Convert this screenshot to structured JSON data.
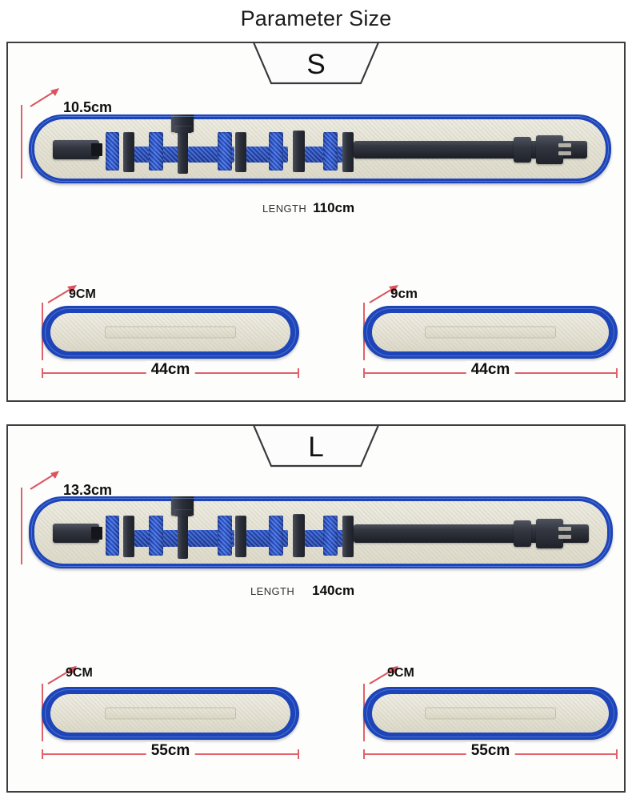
{
  "page": {
    "title": "Parameter Size",
    "accent_blue": "#1d44b8",
    "accent_red": "#e0616b",
    "pad_cream": "#eae7da",
    "strap_dark": "#2a2e38"
  },
  "sections": [
    {
      "size_label": "S",
      "belt": {
        "width_label": "10.5cm",
        "length_word": "LENGTH",
        "length_value": "110cm"
      },
      "pads": [
        {
          "height_label": "9CM",
          "length_label": "44cm"
        },
        {
          "height_label": "9cm",
          "length_label": "44cm"
        }
      ]
    },
    {
      "size_label": "L",
      "belt": {
        "width_label": "13.3cm",
        "length_word": "LENGTH",
        "length_value": "140cm"
      },
      "pads": [
        {
          "height_label": "9CM",
          "length_label": "55cm"
        },
        {
          "height_label": "9CM",
          "length_label": "55cm"
        }
      ]
    }
  ]
}
